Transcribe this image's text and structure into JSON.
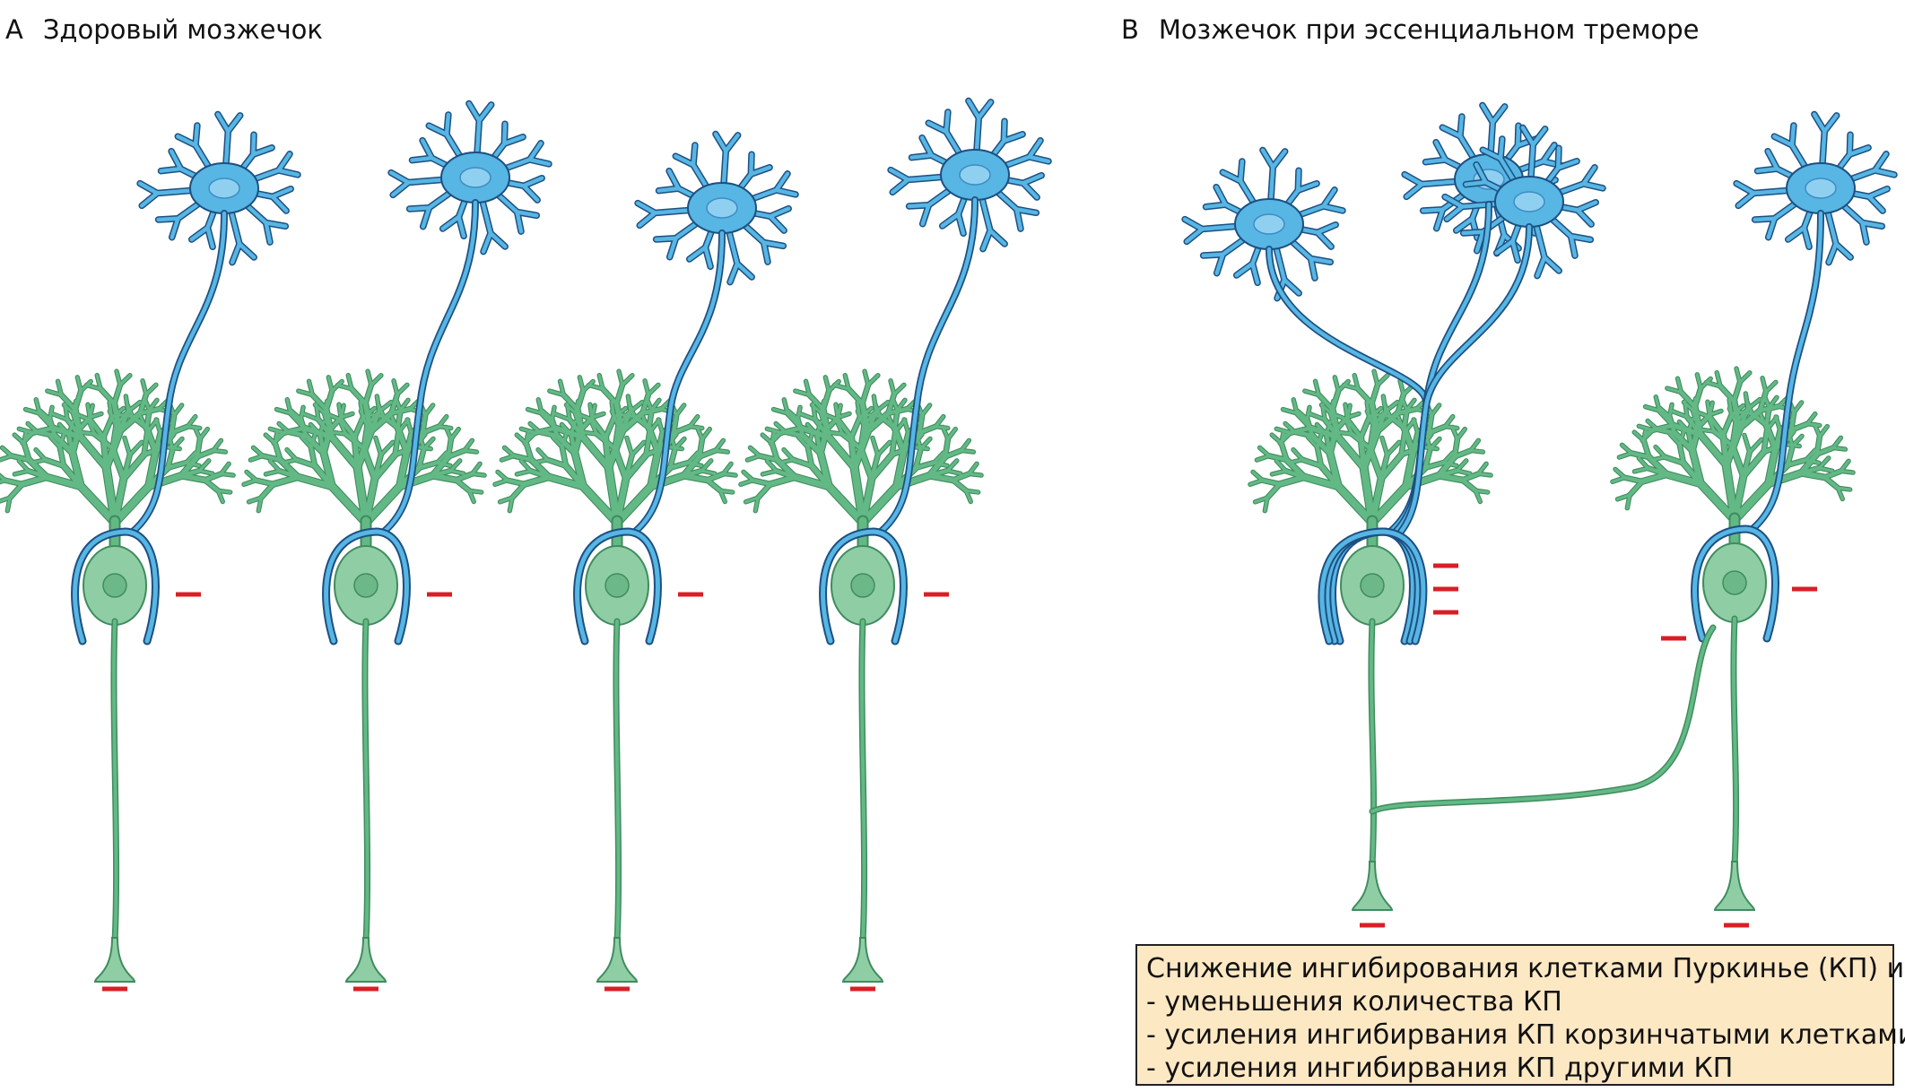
{
  "panels": {
    "a": {
      "letter": "A",
      "title": "Здоровый мозжечок"
    },
    "b": {
      "letter": "B",
      "title": "Мозжечок при эссенциальном треморе"
    }
  },
  "legend": {
    "heading": "Снижение ингибирования клетками Пуркинье (КП) из-за:",
    "items": [
      "- уменьшения количества КП",
      "- усиления ингибирвания КП корзинчатыми клетками",
      "- усиления ингибирвания КП другими КП"
    ]
  },
  "colors": {
    "basket_cell": "#57b6e3",
    "basket_cell_outline": "#1d4f82",
    "purkinje_cell": "#8fcea4",
    "purkinje_dendrite": "#63b985",
    "inhibition_mark": "#d81f26"
  },
  "cells": {
    "basket_cell": "basket-cell",
    "purkinje_cell": "purkinje-cell",
    "inhibition_mark": "inhibition-mark"
  }
}
